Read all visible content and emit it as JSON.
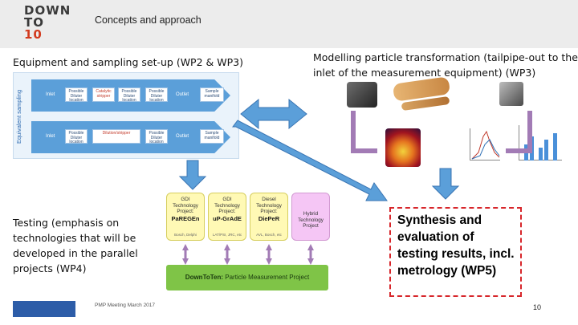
{
  "header": {
    "logo": {
      "line1": "DOWN",
      "line2": "TO",
      "line3": "10"
    },
    "title": "Concepts and approach"
  },
  "left_top": {
    "label": "Equipment and sampling set-up (WP2 & WP3)",
    "diagram": {
      "side_label": "Equivalent sampling",
      "lane1": {
        "inlet": "Inlet",
        "n1": "Possible Diluter location",
        "n2": "Catalytic stripper",
        "n3": "Possible Diluter location",
        "n4": "Possible Diluter location",
        "outlet": "Outlet",
        "end": "Sample manifold"
      },
      "lane2": {
        "inlet": "Inlet",
        "n1": "Possible Diluter location",
        "n2": "Dilution/stripper",
        "n4": "Possible Diluter location",
        "outlet": "Outlet",
        "end": "Sample manifold"
      }
    }
  },
  "right_top": {
    "label": "Modelling particle  transformation (tailpipe-out to the inlet of the  measurement equipment) (WP3)"
  },
  "left_bottom": {
    "label": "Testing (emphasis on technologies that will be developed in  the parallel projects (WP4)"
  },
  "projects": {
    "cards": [
      {
        "line1": "GDI",
        "line2": "Technology",
        "line3": "Project:",
        "name": "PaREGEn",
        "foot": "Bosch, Delphi"
      },
      {
        "line1": "GDI",
        "line2": "Technology",
        "line3": "Project:",
        "name": "uP-GrAdE",
        "foot": "LAT/PSI, JRC, etc"
      },
      {
        "line1": "Diesel",
        "line2": "Technology",
        "line3": "Project:",
        "name": "DiePeR",
        "foot": "AVL, Bosch, etc"
      },
      {
        "line1": "Hybrid",
        "line2": "Technology",
        "line3": "Project",
        "name": "",
        "foot": ""
      }
    ],
    "banner_bold": "DownToTen:",
    "banner_rest": " Particle Measurement Project"
  },
  "synthesis": {
    "text": "Synthesis and evaluation of testing results, incl. metrology (WP5)"
  },
  "footer": {
    "meeting": "PMP Meeting March 2017",
    "page": "10"
  },
  "colors": {
    "accent_red": "#d7262b",
    "arrow_blue": "#5b9fd9",
    "arrow_purple": "#a27bb5",
    "banner_green": "#7fc447"
  }
}
